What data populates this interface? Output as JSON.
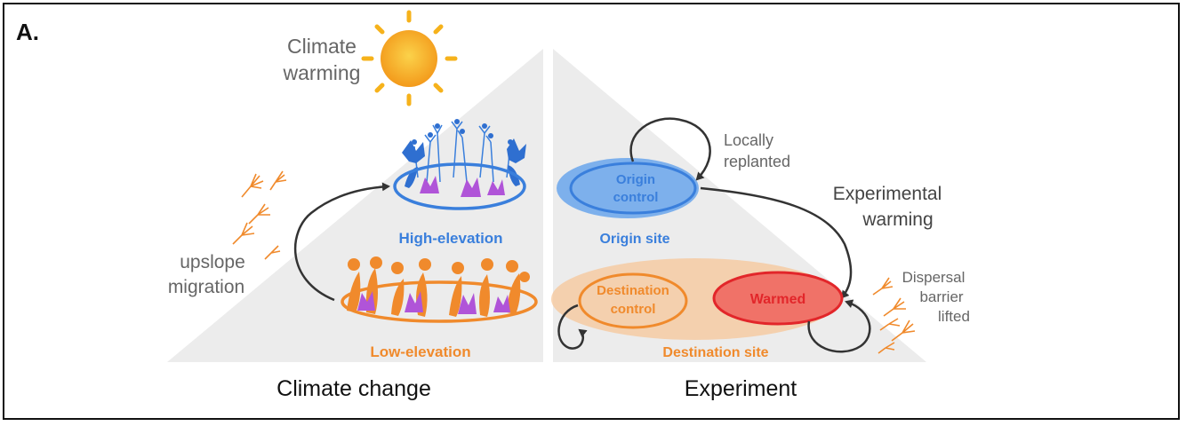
{
  "panel_label": "A.",
  "left_panel": {
    "caption": "Climate change",
    "climate_warming": [
      "Climate",
      "warming"
    ],
    "high_elevation_label": "High-elevation",
    "low_elevation_label": "Low-elevation",
    "migration_label": [
      "upslope",
      "migration"
    ]
  },
  "right_panel": {
    "caption": "Experiment",
    "origin_control": [
      "Origin",
      "control"
    ],
    "origin_site": "Origin site",
    "locally_replanted": [
      "Locally",
      "replanted"
    ],
    "experimental_warming": [
      "Experimental",
      "warming"
    ],
    "destination_control": [
      "Destination",
      "control"
    ],
    "warmed": "Warmed",
    "destination_site": "Destination site",
    "dispersal": [
      "Dispersal",
      "barrier",
      "lifted"
    ]
  },
  "colors": {
    "triangle": "#ececec",
    "blue": "#3a7fdc",
    "blue_fill": "#6aa6ec",
    "orange": "#f08a2c",
    "orange_fill": "#f7c79a",
    "red": "#e2262a",
    "red_fill": "#f07268",
    "purple": "#b054d8",
    "gray_text": "#666666",
    "arrow": "#333333",
    "sun": "#f6b21b"
  },
  "icons": [
    "sun-icon",
    "flower-icon",
    "seed-icon",
    "arrow-icon"
  ]
}
